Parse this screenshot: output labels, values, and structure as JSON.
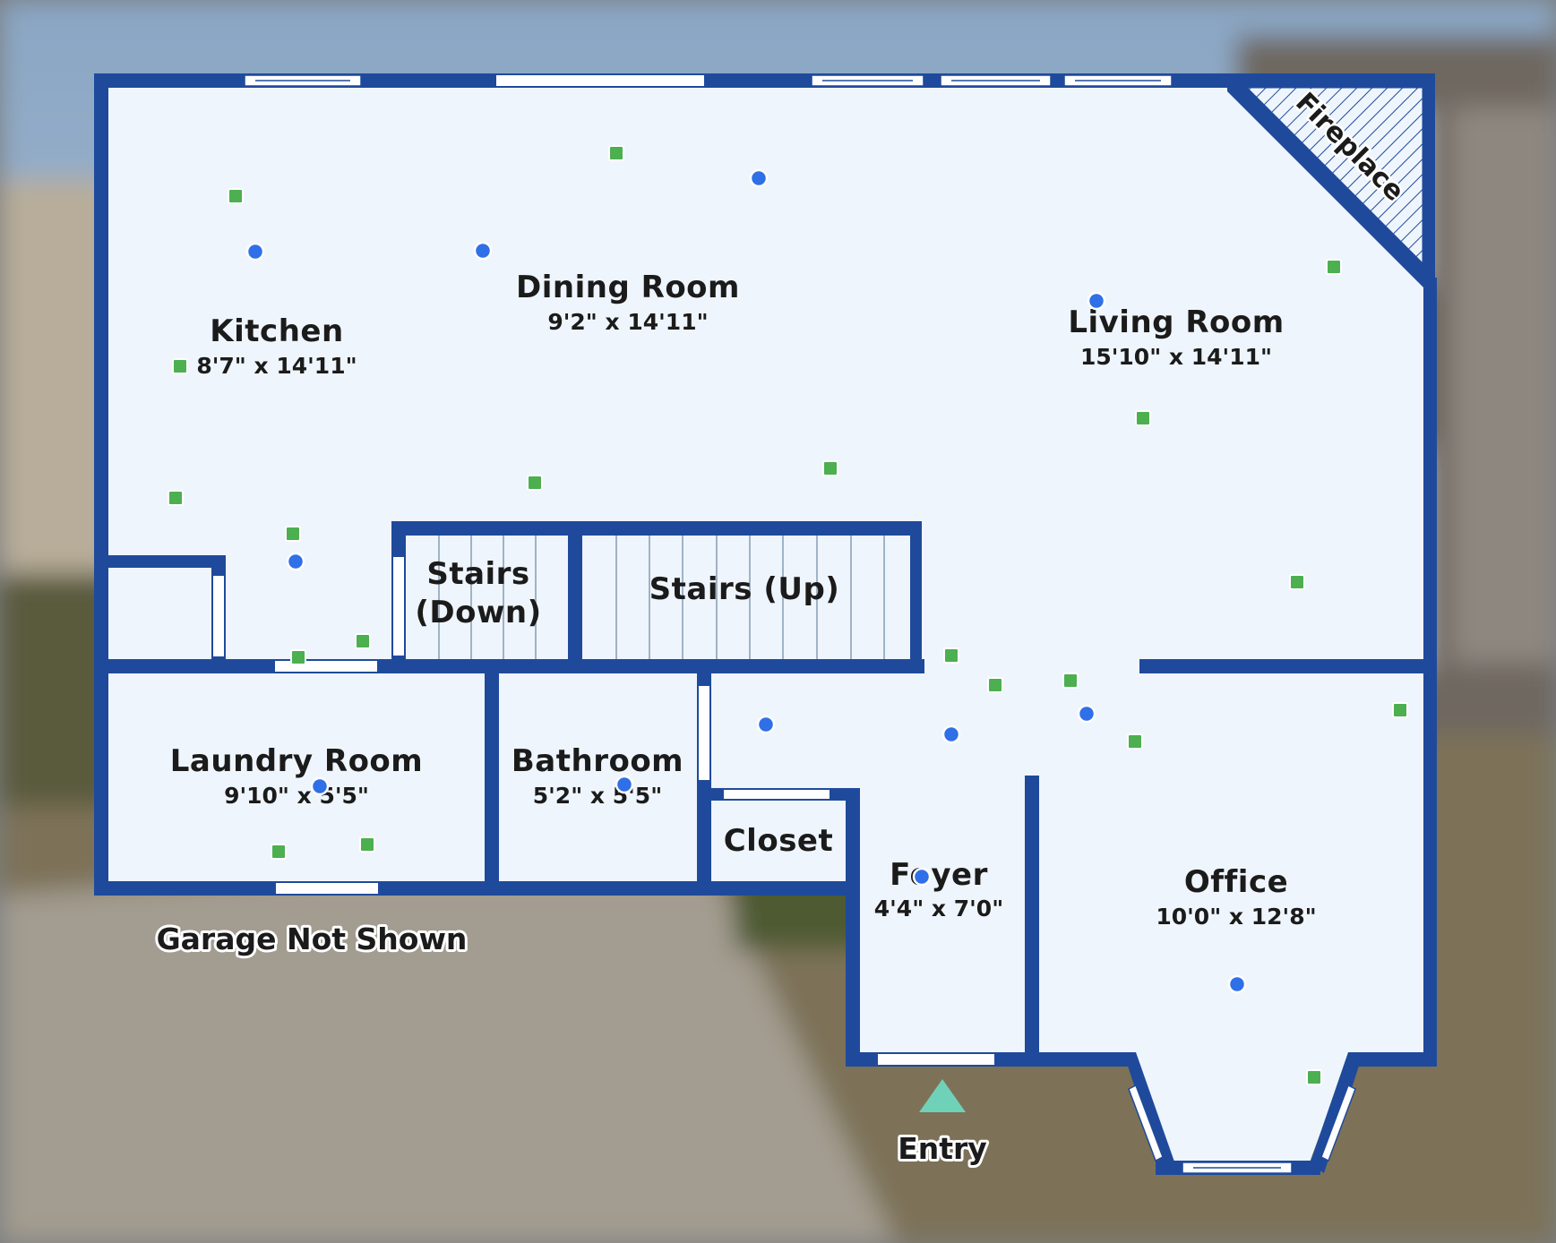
{
  "colors": {
    "wall": "#1f4a9c",
    "floor": "#eff5fc",
    "window": "#ffffff",
    "green_marker": "#4caf50",
    "blue_marker": "#2f6fe8",
    "entry_marker": "#6fd1b8",
    "stair_line": "#9fb3c8"
  },
  "rooms": {
    "kitchen": {
      "name": "Kitchen",
      "dims": "8'7\" x 14'11\""
    },
    "dining": {
      "name": "Dining Room",
      "dims": "9'2\" x 14'11\""
    },
    "living": {
      "name": "Living Room",
      "dims": "15'10\" x 14'11\""
    },
    "stairs_down": {
      "name_line1": "Stairs",
      "name_line2": "(Down)"
    },
    "stairs_up": {
      "name": "Stairs (Up)"
    },
    "laundry": {
      "name": "Laundry Room",
      "dims": "9'10\" x 5'5\""
    },
    "bathroom": {
      "name": "Bathroom",
      "dims": "5'2\" x 5'5\""
    },
    "closet": {
      "name": "Closet"
    },
    "foyer": {
      "name": "Foyer",
      "dims": "4'4\" x 7'0\""
    },
    "office": {
      "name": "Office",
      "dims": "10'0\" x 12'8\""
    }
  },
  "labels": {
    "fireplace": "Fireplace",
    "garage": "Garage Not Shown",
    "entry": "Entry"
  },
  "icons": {
    "green_marker": "square-marker-icon",
    "blue_marker": "circle-marker-icon",
    "entry": "triangle-entry-icon"
  }
}
